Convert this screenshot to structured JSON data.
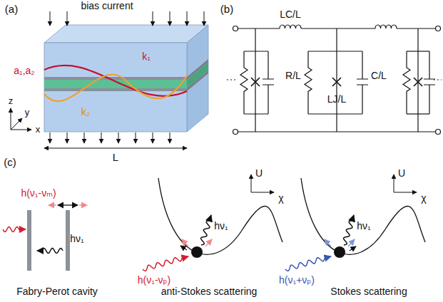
{
  "diagram": {
    "labels": [
      "(a)",
      "bias current",
      "a₁,a₂",
      "k₁",
      "k₂",
      "z",
      "y",
      "x",
      "L",
      "(b)",
      "LC/L",
      "R/L",
      "LJ/L",
      "C/L",
      "(c)",
      "h(ν₁-νₘ)",
      "hν₁",
      "Fabry-Perot cavity",
      "U",
      "χ",
      "h(ν₁-νₚ)",
      "hν₁",
      "anti-Stokes scattering",
      "U",
      "χ",
      "h(ν₁+νₚ)",
      "hν₁",
      "Stokes scattering"
    ]
  }
}
